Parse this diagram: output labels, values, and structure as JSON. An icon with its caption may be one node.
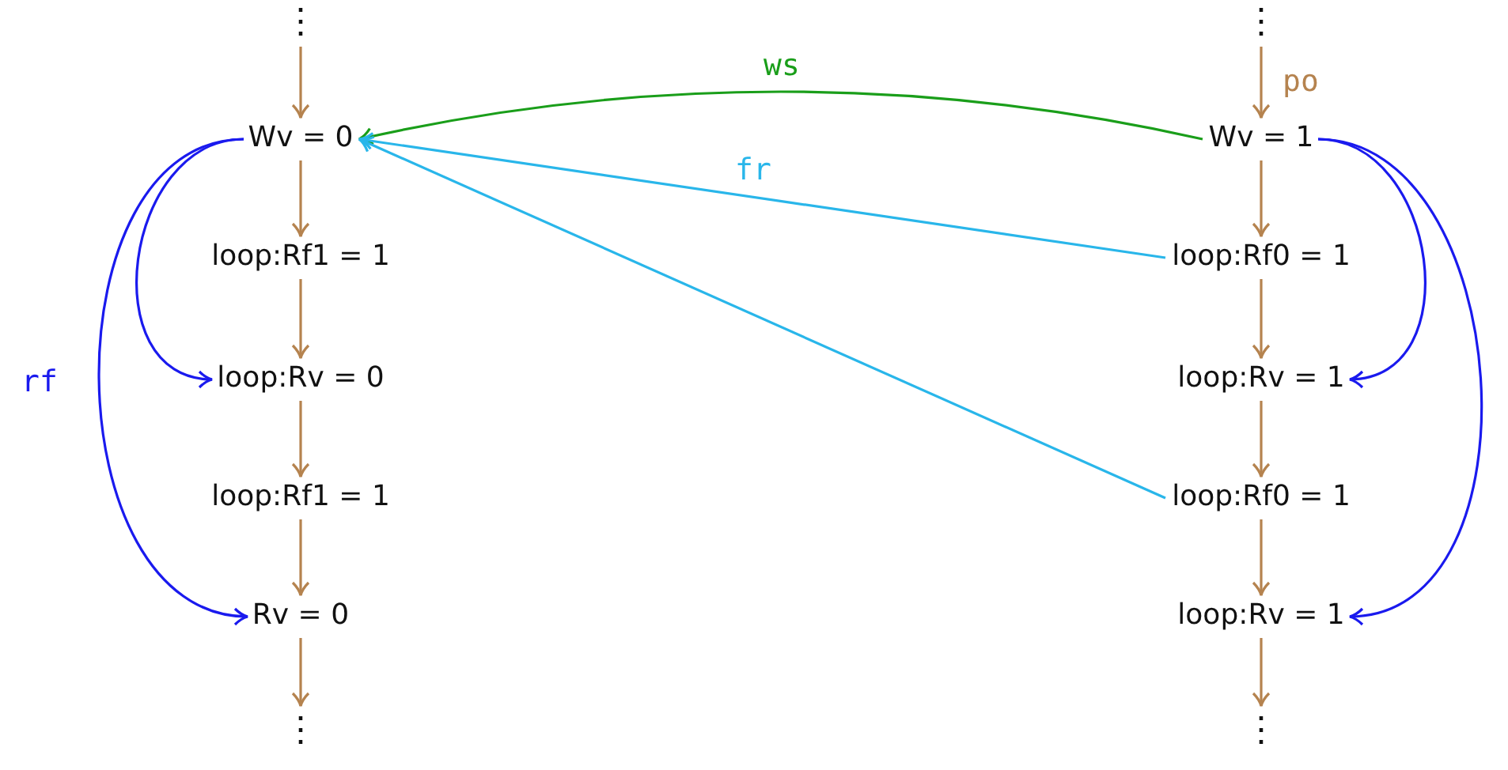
{
  "diagram": {
    "nodes": [
      {
        "text": [
          "⋮"
        ]
      },
      {
        "text": [
          "Wv = 0"
        ]
      },
      {
        "text": [
          "loop:Rf1 = 1"
        ]
      },
      {
        "text": [
          "loop:Rv = 0"
        ]
      },
      {
        "text": [
          "loop:Rf1 = 1"
        ]
      },
      {
        "text": [
          "Rv = 0"
        ]
      },
      {
        "text": [
          "⋮"
        ]
      },
      {
        "text": [
          "⋮"
        ]
      },
      {
        "text": [
          "Wv = 1"
        ]
      },
      {
        "text": [
          "loop:Rf0 = 1"
        ]
      },
      {
        "text": [
          "loop:Rv = 1"
        ]
      },
      {
        "text": [
          "loop:Rf0 = 1"
        ]
      },
      {
        "text": [
          "loop:Rv = 1"
        ]
      },
      {
        "text": [
          "⋮"
        ]
      }
    ],
    "edges": [
      {
        "from": 0,
        "to": 1,
        "arrow": "to"
      },
      {
        "from": 1,
        "to": 2,
        "arrow": "to"
      },
      {
        "from": 2,
        "to": 3,
        "arrow": "to"
      },
      {
        "from": 3,
        "to": 4,
        "arrow": "to"
      },
      {
        "from": 4,
        "to": 5,
        "arrow": "to"
      },
      {
        "from": 5,
        "to": 6,
        "arrow": "to"
      },
      {
        "from": 7,
        "to": 8,
        "arrow": "to",
        "label": "po"
      },
      {
        "from": 8,
        "to": 9,
        "arrow": "to"
      },
      {
        "from": 9,
        "to": 10,
        "arrow": "to"
      },
      {
        "from": 10,
        "to": 11,
        "arrow": "to"
      },
      {
        "from": 11,
        "to": 12,
        "arrow": "to"
      },
      {
        "from": 12,
        "to": 13,
        "arrow": "to"
      },
      {
        "from": 8,
        "to": 1,
        "arrow": "to",
        "label": "ws",
        "color": "#1a9e1a"
      },
      {
        "from": 9,
        "to": 1,
        "arrow": "to",
        "label": "fr",
        "color": "#29b6ea"
      },
      {
        "from": 11,
        "to": 1,
        "arrow": "to",
        "color": "#29b6ea"
      },
      {
        "from": 1,
        "to": 3,
        "arrow": "to",
        "color": "#1a1aee"
      },
      {
        "from": 1,
        "to": 5,
        "arrow": "to",
        "label": "rf",
        "color": "#1a1aee"
      },
      {
        "from": 8,
        "to": 10,
        "arrow": "to",
        "color": "#1a1aee"
      },
      {
        "from": 8,
        "to": 12,
        "arrow": "to",
        "color": "#1a1aee"
      }
    ]
  }
}
